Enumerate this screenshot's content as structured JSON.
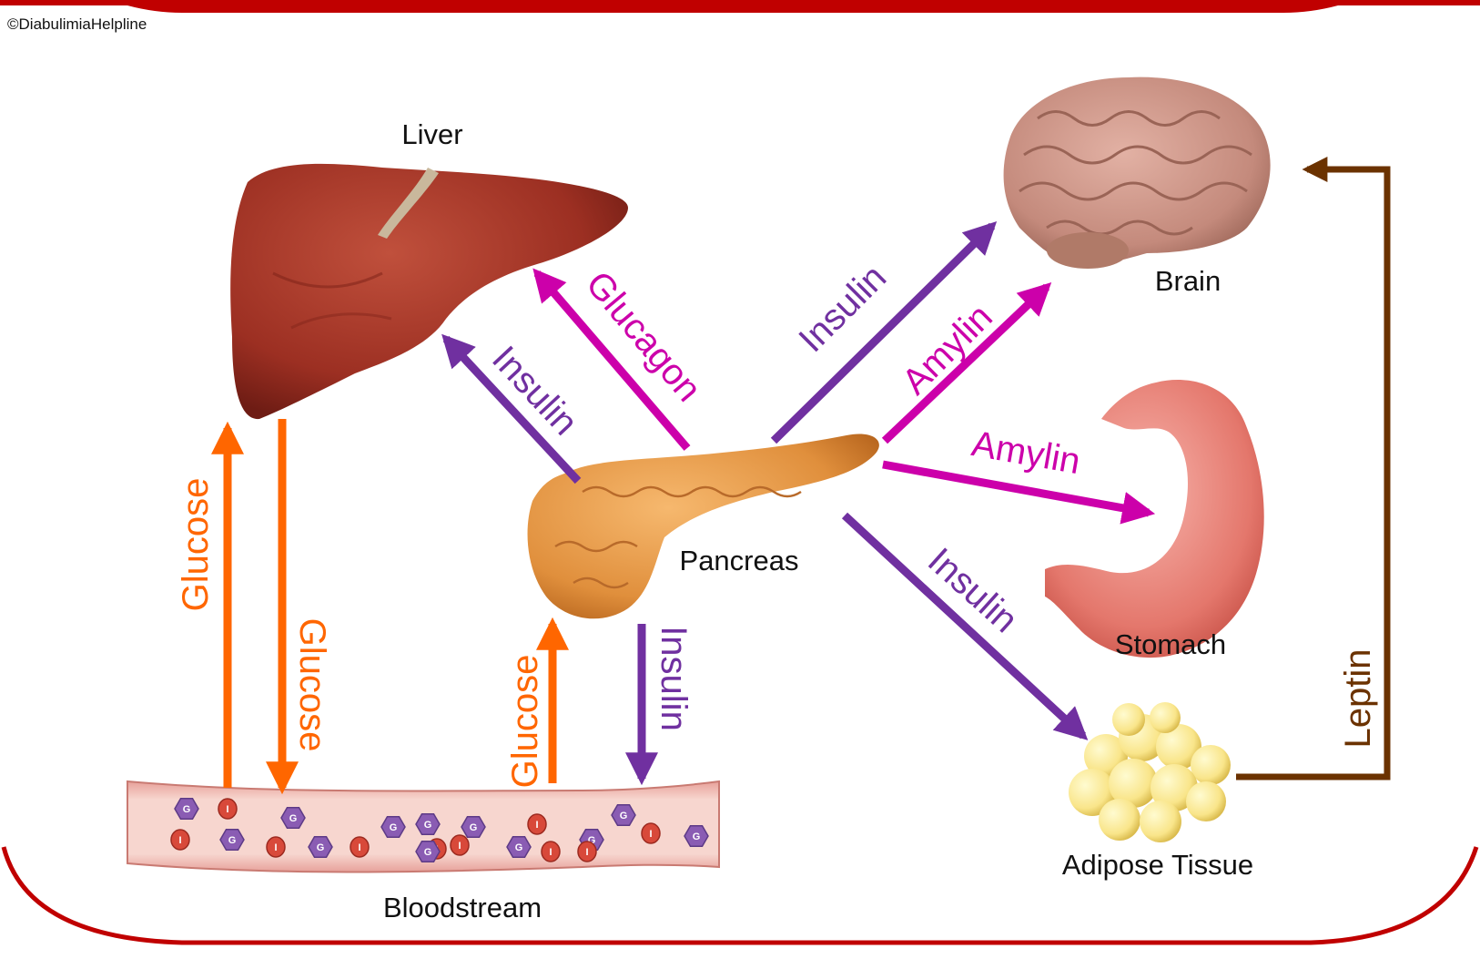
{
  "copyright": "©DiabulimiaHelpline",
  "colors": {
    "insulin": "#7030a0",
    "glucagon_amylin": "#cc00aa",
    "glucose": "#ff6600",
    "leptin": "#6b3200",
    "frame": "#c00000"
  },
  "organs": {
    "liver": "Liver",
    "brain": "Brain",
    "pancreas": "Pancreas",
    "stomach": "Stomach",
    "adipose": "Adipose Tissue",
    "bloodstream": "Bloodstream"
  },
  "hormones": {
    "glucose": "Glucose",
    "insulin": "Insulin",
    "glucagon": "Glucagon",
    "amylin": "Amylin",
    "leptin": "Leptin"
  },
  "blood_cell_letters": {
    "glucose": "G",
    "insulin": "I"
  }
}
